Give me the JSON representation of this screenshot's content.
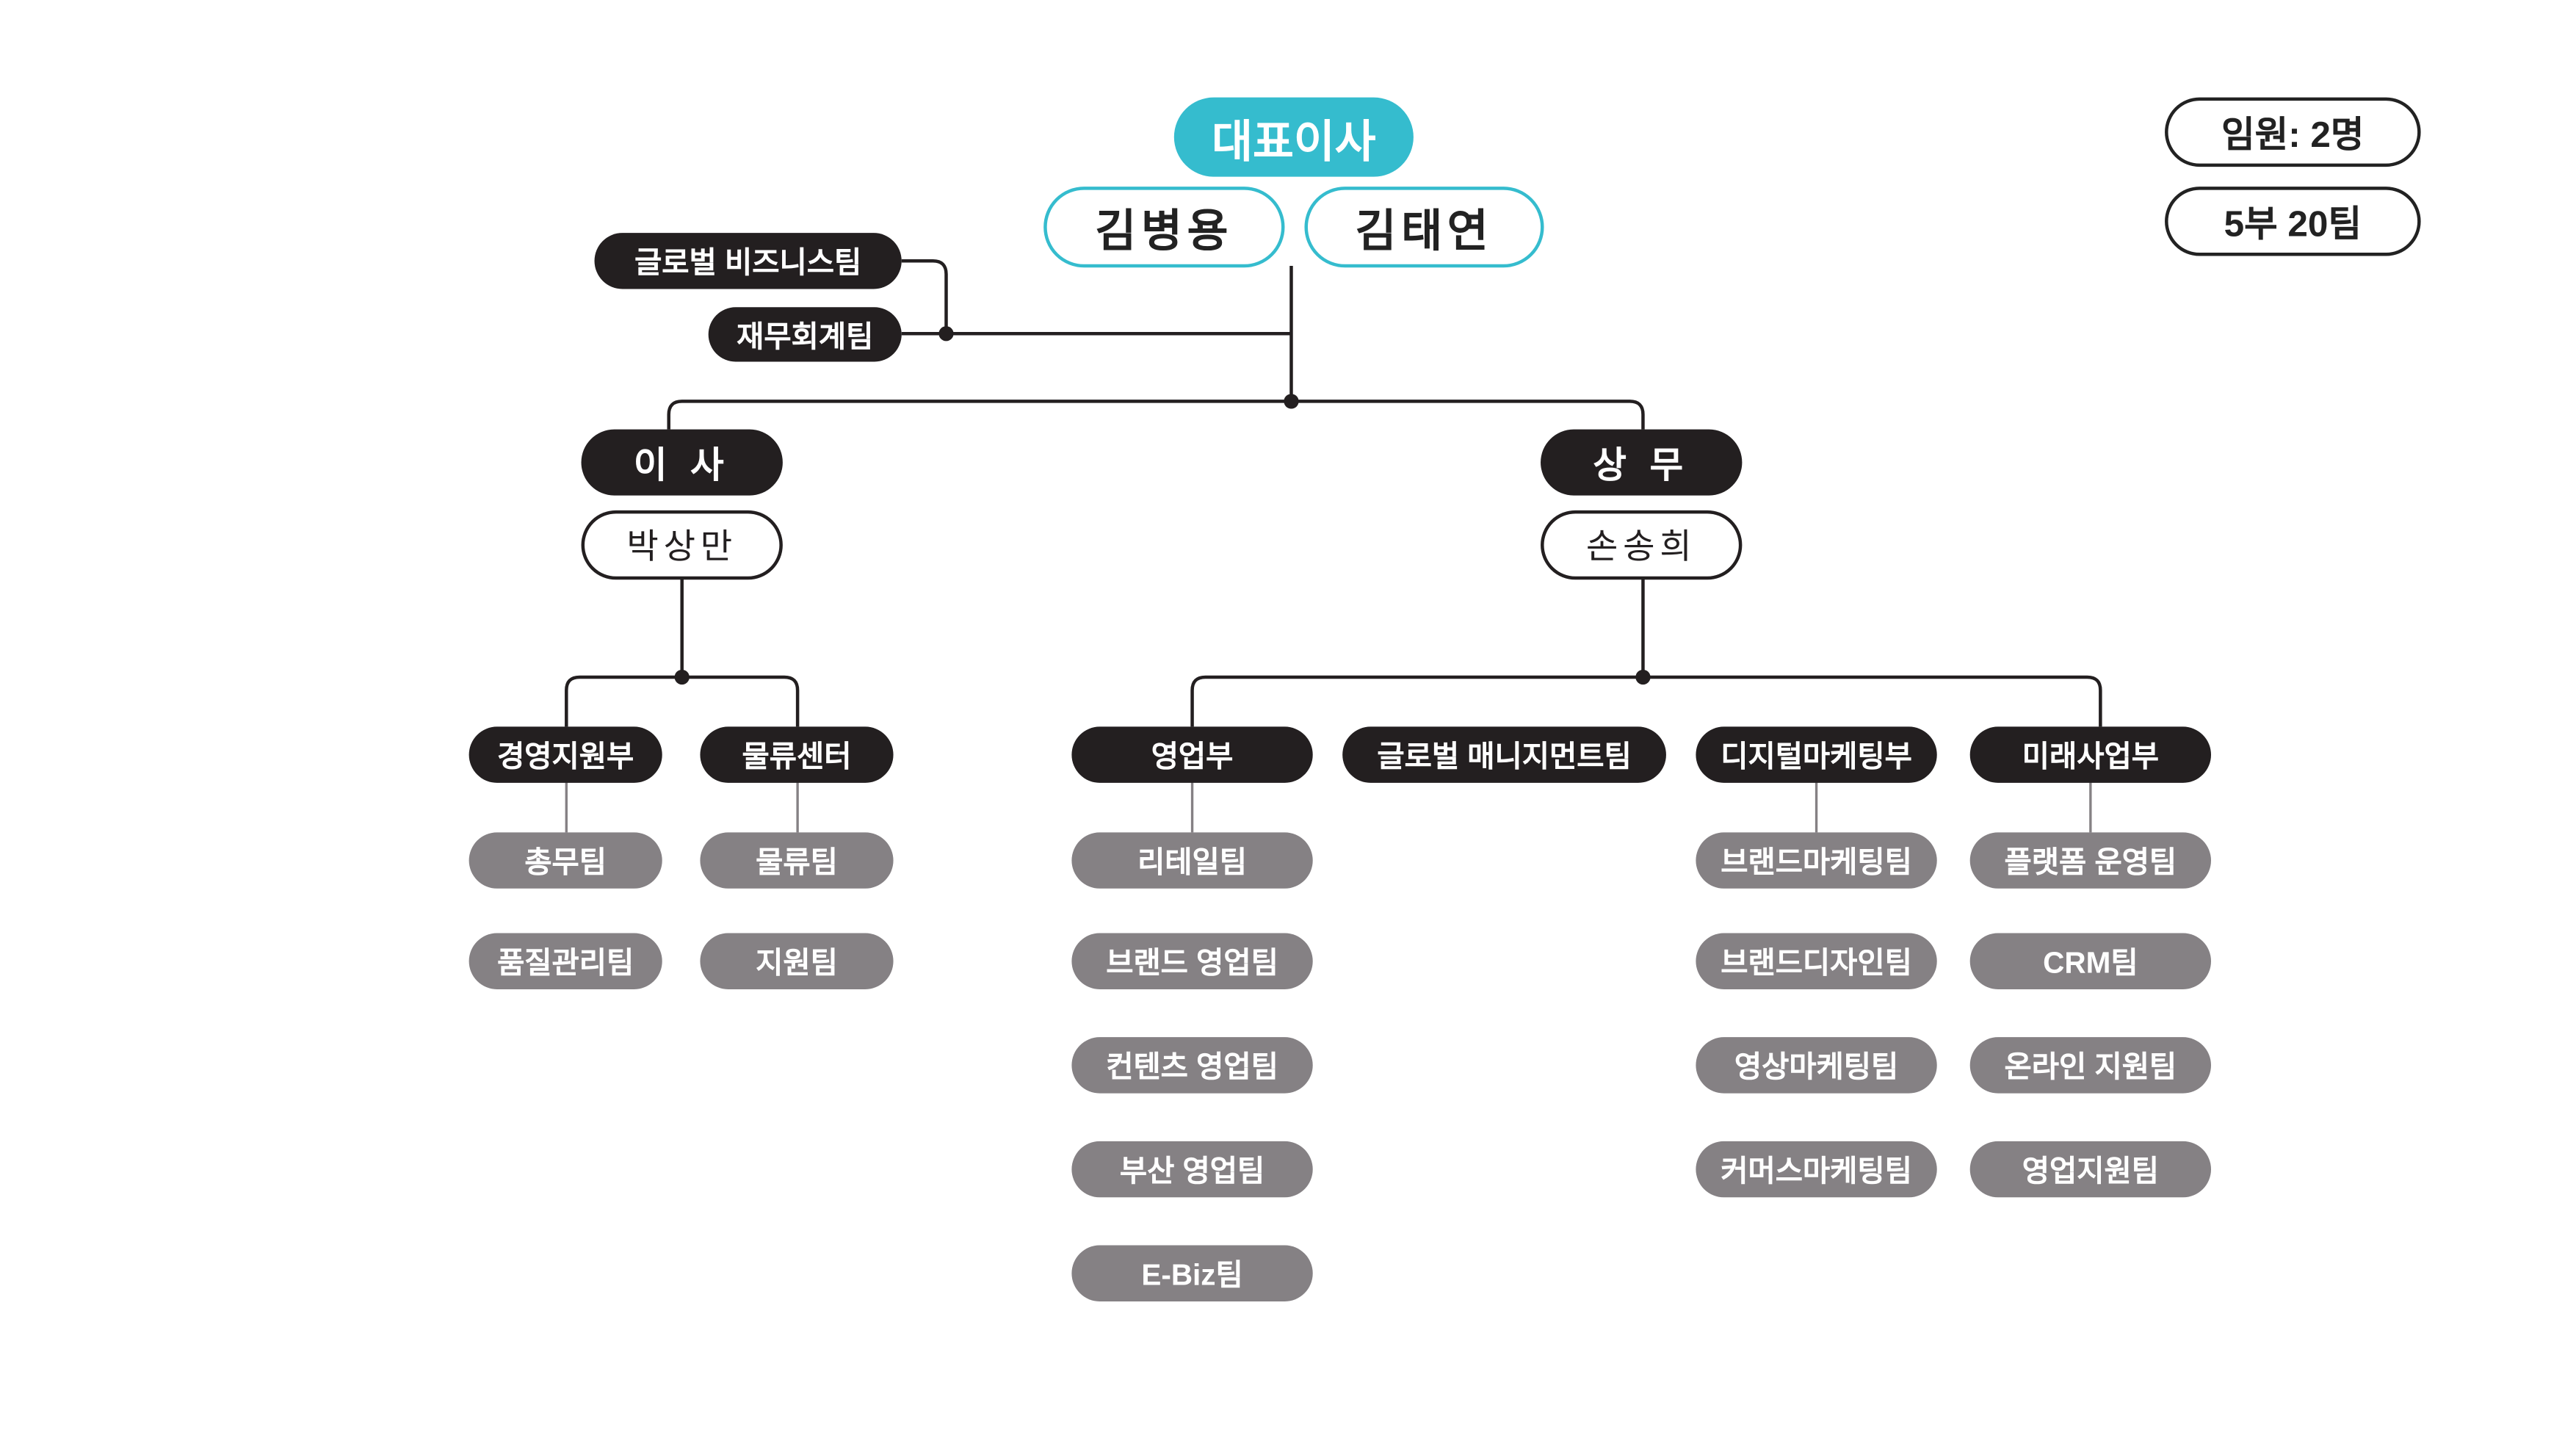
{
  "ceo": {
    "title": "대표이사",
    "names": [
      "김병용",
      "김태연"
    ]
  },
  "summary": {
    "executives": "임원:  2명",
    "units": "5부  20팀"
  },
  "staff_teams": [
    "글로벌 비즈니스팀",
    "재무회계팀"
  ],
  "left": {
    "role": "이 사",
    "name": "박상만",
    "departments": [
      {
        "label": "경영지원부",
        "teams": [
          "총무팀",
          "품질관리팀"
        ]
      },
      {
        "label": "물류센터",
        "teams": [
          "물류팀",
          "지원팀"
        ]
      }
    ]
  },
  "right": {
    "role": "상 무",
    "name": "손송희",
    "departments": [
      {
        "label": "영업부",
        "teams": [
          "리테일팀",
          "브랜드 영업팀",
          "컨텐츠 영업팀",
          "부산 영업팀",
          "E-Biz팀"
        ]
      },
      {
        "label": "글로벌 매니지먼트팀",
        "teams": []
      },
      {
        "label": "디지털마케팅부",
        "teams": [
          "브랜드마케팅팀",
          "브랜드디자인팀",
          "영상마케팅팀",
          "커머스마케팅팀"
        ]
      },
      {
        "label": "미래사업부",
        "teams": [
          "플랫폼 운영팀",
          "CRM팀",
          "온라인 지원팀",
          "영업지원팀"
        ]
      }
    ]
  },
  "colors": {
    "accent": "#35BCCE",
    "dark": "#231f20",
    "team": "#858184"
  }
}
